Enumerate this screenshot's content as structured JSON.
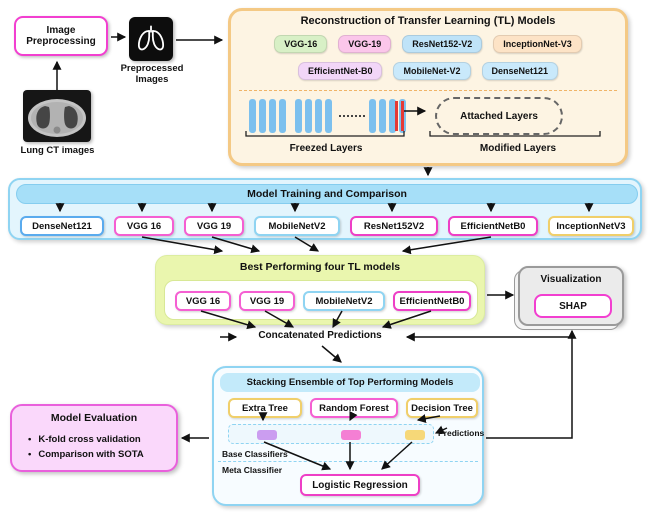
{
  "colors": {
    "magenta_accent": "#ee3fc6",
    "pink_accent": "#f55fd2",
    "orange_panel_border": "#f4c985",
    "orange_panel_bg": "#fdf4e3",
    "blue_panel_border": "#8fd4f2",
    "blue_title_bg": "#a6dff8",
    "green_panel_bg": "#eaf6ae",
    "eval_bg": "#fad8fb",
    "frozen_bar_blue": "#7cc0ee",
    "cut_red": "#e53935",
    "chip_purple": "#cb9df0",
    "chip_pink": "#f47fd4",
    "chip_yellow": "#f6d878"
  },
  "top": {
    "image_preprocessing": "Image Preprocessing",
    "preprocessed_images": "Preprocessed Images",
    "lung_ct_caption": "Lung CT images"
  },
  "tl_models": {
    "title": "Reconstruction of Transfer Learning (TL) Models",
    "badges": [
      {
        "label": "VGG-16",
        "bg": "#d8f0c6"
      },
      {
        "label": "VGG-19",
        "bg": "#fbc6ea"
      },
      {
        "label": "ResNet152-V2",
        "bg": "#bfe3f8"
      },
      {
        "label": "InceptionNet-V3",
        "bg": "#fde3c6"
      },
      {
        "label": "EfficientNet-B0",
        "bg": "#f2d6f8"
      },
      {
        "label": "MobileNet-V2",
        "bg": "#c9e9fb"
      },
      {
        "label": "DenseNet121",
        "bg": "#c5e7fa"
      }
    ],
    "attached_layers": "Attached Layers",
    "freezed_label": "Freezed Layers",
    "modified_label": "Modified Layers"
  },
  "training": {
    "title": "Model Training and Comparison",
    "models": [
      {
        "label": "DenseNet121",
        "border": "#5aabee"
      },
      {
        "label": "VGG 16",
        "border": "#f55fd2"
      },
      {
        "label": "VGG 19",
        "border": "#f55fd2"
      },
      {
        "label": "MobileNetV2",
        "border": "#8fd4f2"
      },
      {
        "label": "ResNet152V2",
        "border": "#ee3fc6"
      },
      {
        "label": "EfficientNetB0",
        "border": "#ee3fc6"
      },
      {
        "label": "InceptionNetV3",
        "border": "#f0cf6a"
      }
    ]
  },
  "best": {
    "title": "Best Performing four TL models",
    "models": [
      {
        "label": "VGG 16",
        "border": "#f55fd2"
      },
      {
        "label": "VGG 19",
        "border": "#f55fd2"
      },
      {
        "label": "MobileNetV2",
        "border": "#8fd4f2"
      },
      {
        "label": "EfficientNetB0",
        "border": "#ee3fc6"
      }
    ]
  },
  "concatenated_label": "Concatenated Predictions",
  "visualization": {
    "title": "Visualization",
    "shap": "SHAP"
  },
  "stacking": {
    "title": "Stacking Ensemble of Top Performing Models",
    "classifiers": [
      {
        "label": "Extra Tree",
        "border": "#f0cf6a",
        "chip": "#cb9df0"
      },
      {
        "label": "Random Forest",
        "border": "#f55fd2",
        "chip": "#f47fd4"
      },
      {
        "label": "Decision Tree",
        "border": "#f0cf6a",
        "chip": "#f6d878"
      }
    ],
    "predictions_label": "Predictions",
    "base_label": "Base Classifiers",
    "meta_label": "Meta Classifier",
    "logistic_label": "Logistic Regression"
  },
  "evaluation": {
    "title": "Model Evaluation",
    "bullets": [
      "K-fold cross validation",
      "Comparison with SOTA"
    ]
  }
}
